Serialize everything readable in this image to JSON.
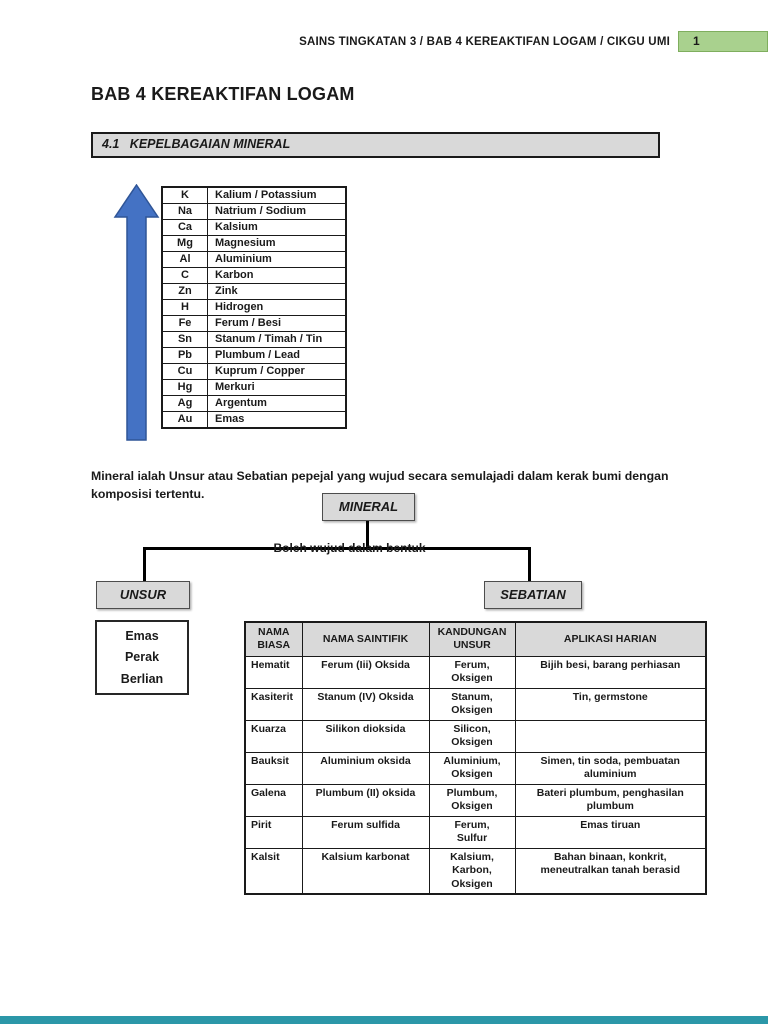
{
  "header": {
    "title": "SAINS TINGKATAN 3 / BAB 4 KEREAKTIFAN LOGAM / CIKGU UMI",
    "page_number": "1"
  },
  "page": {
    "title": "BAB 4 KEREAKTIFAN LOGAM",
    "section_heading": "4.1   KEPELBAGAIAN MINERAL",
    "intro_text": "Mineral ialah Unsur atau Sebatian pepejal yang wujud secara semulajadi dalam kerak bumi dengan komposisi tertentu."
  },
  "reactivity_table": {
    "rows": [
      {
        "symbol": "K",
        "name": "Kalium / Potassium"
      },
      {
        "symbol": "Na",
        "name": "Natrium / Sodium"
      },
      {
        "symbol": "Ca",
        "name": "Kalsium"
      },
      {
        "symbol": "Mg",
        "name": "Magnesium"
      },
      {
        "symbol": "Al",
        "name": "Aluminium"
      },
      {
        "symbol": "C",
        "name": "Karbon"
      },
      {
        "symbol": "Zn",
        "name": "Zink"
      },
      {
        "symbol": "H",
        "name": "Hidrogen"
      },
      {
        "symbol": "Fe",
        "name": "Ferum / Besi"
      },
      {
        "symbol": "Sn",
        "name": "Stanum / Timah / Tin"
      },
      {
        "symbol": "Pb",
        "name": "Plumbum / Lead"
      },
      {
        "symbol": "Cu",
        "name": "Kuprum / Copper"
      },
      {
        "symbol": "Hg",
        "name": "Merkuri"
      },
      {
        "symbol": "Ag",
        "name": "Argentum"
      },
      {
        "symbol": "Au",
        "name": "Emas"
      }
    ]
  },
  "diagram": {
    "root_label": "MINERAL",
    "connector_label": "Boleh wujud dalam bentuk",
    "left_label": "UNSUR",
    "right_label": "SEBATIAN",
    "unsur_examples": {
      "item1": "Emas",
      "item2": "Perak",
      "item3": "Berlian"
    }
  },
  "mineral_table": {
    "headers": {
      "col1": "NAMA\nBIASA",
      "col2": "NAMA SAINTIFIK",
      "col3": "KANDUNGAN\nUNSUR",
      "col4": "APLIKASI HARIAN"
    },
    "rows": [
      {
        "nama": "Hematit",
        "saintifik": "Ferum (Iii) Oksida",
        "kandungan": "Ferum,\nOksigen",
        "aplikasi": "Bijih besi, barang perhiasan"
      },
      {
        "nama": "Kasiterit",
        "saintifik": "Stanum (IV) Oksida",
        "kandungan": "Stanum,\nOksigen",
        "aplikasi": "Tin, germstone"
      },
      {
        "nama": "Kuarza",
        "saintifik": "Silikon dioksida",
        "kandungan": "Silicon,\nOksigen",
        "aplikasi": ""
      },
      {
        "nama": "Bauksit",
        "saintifik": "Aluminium oksida",
        "kandungan": "Aluminium,\nOksigen",
        "aplikasi": "Simen, tin soda, pembuatan\naluminium"
      },
      {
        "nama": "Galena",
        "saintifik": "Plumbum (II) oksida",
        "kandungan": "Plumbum,\nOksigen",
        "aplikasi": "Bateri plumbum, penghasilan\nplumbum"
      },
      {
        "nama": "Pirit",
        "saintifik": "Ferum sulfida",
        "kandungan": "Ferum,\nSulfur",
        "aplikasi": "Emas tiruan"
      },
      {
        "nama": "Kalsit",
        "saintifik": "Kalsium karbonat",
        "kandungan": "Kalsium,\nKarbon,\nOksigen",
        "aplikasi": "Bahan binaan, konkrit,\nmeneutralkan tanah berasid"
      }
    ]
  },
  "colors": {
    "badge_green": "#a9d18e",
    "arrow_blue": "#4472c4",
    "box_gray": "#d9d9d9",
    "bottom_bar_teal": "#2b97a8"
  }
}
